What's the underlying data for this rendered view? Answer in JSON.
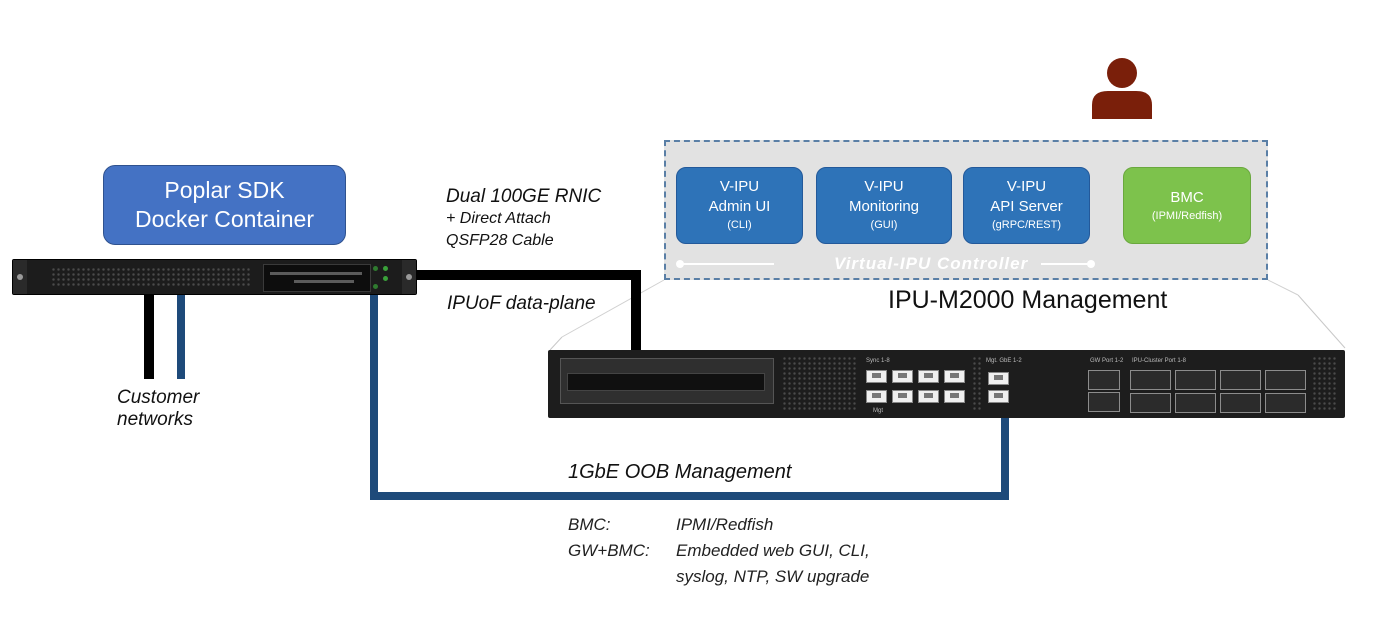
{
  "colors": {
    "sdk_box": "#4472c4",
    "module_blue": "#2e73b8",
    "module_green": "#7dc24c",
    "controller_bg": "#e2e2e2",
    "controller_border": "#5a7fa6",
    "cable_oob": "#1e4a7a",
    "cable_data": "#000000",
    "user": "#7a1f0a"
  },
  "icons": {
    "user": "person-icon"
  },
  "sdk": {
    "line1": "Poplar SDK",
    "line2": "Docker Container"
  },
  "customer": {
    "line1": "Customer",
    "line2": "networks"
  },
  "rnic": {
    "line1": "Dual 100GE RNIC",
    "line2": "+ Direct Attach",
    "line3": "QSFP28 Cable"
  },
  "dataplane": "IPUoF data-plane",
  "controller": {
    "label": "Virtual-IPU Controller",
    "modules": [
      {
        "title": "V-IPU",
        "name": "Admin UI",
        "sub": "(CLI)"
      },
      {
        "title": "V-IPU",
        "name": "Monitoring",
        "sub": "(GUI)"
      },
      {
        "title": "V-IPU",
        "name": "API Server",
        "sub": "(gRPC/REST)"
      }
    ],
    "bmc": {
      "title": "BMC",
      "sub": "(IPMI/Redfish)"
    }
  },
  "mgmt_title": "IPU-M2000 Management",
  "chassis_labels": {
    "sync": "Sync 1-8",
    "mgmt": "Mgt. GbE 1-2",
    "gw": "GW Port 1-2",
    "cluster": "IPU-Cluster Port 1-8",
    "mgt": "Mgt"
  },
  "oob": "1GbE OOB Management",
  "legend": [
    {
      "key": "BMC:",
      "value": "IPMI/Redfish"
    },
    {
      "key": "GW+BMC:",
      "value": "Embedded web GUI, CLI,"
    },
    {
      "key": "",
      "value": "syslog, NTP, SW upgrade"
    }
  ]
}
